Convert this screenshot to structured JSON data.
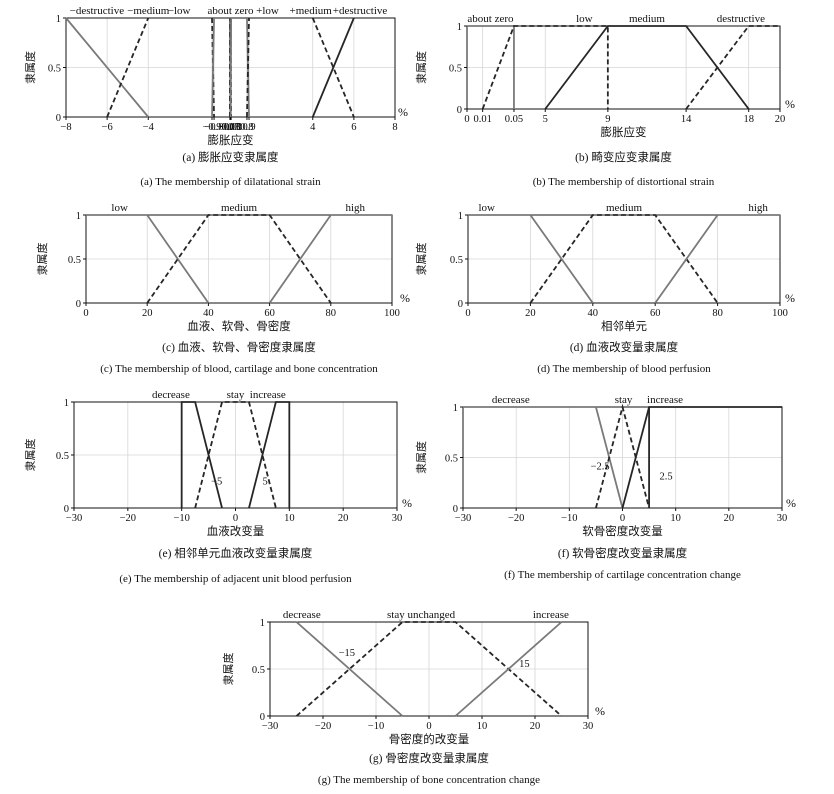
{
  "chart_data": [
    {
      "id": "a",
      "type": "line",
      "xlim": [
        -8,
        8
      ],
      "ylim": [
        0,
        1
      ],
      "xticks": [
        -8,
        -6,
        -4,
        -0.9,
        -0.8,
        -0.03,
        -0.01,
        0,
        0.01,
        0.03,
        0.8,
        0.9,
        4,
        6,
        8
      ],
      "xtick_labels": [
        "−8",
        "−6",
        "−4",
        "−0.9",
        "−0.8",
        "−0.03",
        "−0.01",
        "0",
        "0.01",
        "0.03",
        "0.8",
        "0.9",
        "4",
        "6",
        "8"
      ],
      "yticks": [
        0,
        0.5,
        1
      ],
      "ytick_labels": [
        "0",
        "0.5",
        "1"
      ],
      "ylabel": "隶属度",
      "xlabel": "膨胀应变",
      "unit": "%",
      "caption_cn": "(a) 膨胀应变隶属度",
      "caption_en": "(a) The membership of dilatational strain",
      "series": [
        {
          "x": [
            -8,
            -4
          ],
          "y": [
            1,
            0
          ],
          "style": "solid",
          "color": "gray"
        },
        {
          "x": [
            -6,
            -4
          ],
          "y": [
            0,
            1
          ],
          "style": "dashed",
          "color": "black"
        },
        {
          "x": [
            -0.9,
            -0.8
          ],
          "y": [
            1,
            0
          ],
          "style": "dashed",
          "color": "black"
        },
        {
          "x": [
            -0.9,
            -0.8
          ],
          "y": [
            0,
            1
          ],
          "style": "solid",
          "color": "gray"
        },
        {
          "x": [
            -0.03,
            -0.01
          ],
          "y": [
            1,
            0
          ],
          "style": "solid",
          "color": "gray"
        },
        {
          "x": [
            -0.03,
            -0.01
          ],
          "y": [
            0,
            1
          ],
          "style": "dashed",
          "color": "black"
        },
        {
          "x": [
            0.01,
            0.03
          ],
          "y": [
            1,
            0
          ],
          "style": "dashed",
          "color": "black"
        },
        {
          "x": [
            0.01,
            0.03
          ],
          "y": [
            0,
            1
          ],
          "style": "solid",
          "color": "gray"
        },
        {
          "x": [
            0.8,
            0.9
          ],
          "y": [
            1,
            0
          ],
          "style": "solid",
          "color": "gray"
        },
        {
          "x": [
            0.8,
            0.9
          ],
          "y": [
            0,
            1
          ],
          "style": "dashed",
          "color": "black"
        },
        {
          "x": [
            4,
            6
          ],
          "y": [
            1,
            0
          ],
          "style": "dashed",
          "color": "black"
        },
        {
          "x": [
            4,
            6
          ],
          "y": [
            0,
            1
          ],
          "style": "solid",
          "color": "black"
        }
      ],
      "top_labels": [
        {
          "text": "−destructive",
          "x": -6.5
        },
        {
          "text": "−medium",
          "x": -4
        },
        {
          "text": "−low",
          "x": -2.5
        },
        {
          "text": "about zero",
          "x": 0
        },
        {
          "text": "+low",
          "x": 1.8
        },
        {
          "text": "+medium",
          "x": 3.9
        },
        {
          "text": "+destructive",
          "x": 6.3
        }
      ],
      "annotations": []
    },
    {
      "id": "b",
      "type": "line",
      "xlim": [
        0,
        20
      ],
      "ylim": [
        0,
        1
      ],
      "xticks": [
        0,
        1,
        3,
        5,
        9,
        14,
        18,
        20
      ],
      "xtick_labels": [
        "0",
        "0.01",
        "0.05",
        "5",
        "9",
        "14",
        "18",
        "20"
      ],
      "yticks": [
        0,
        0.5,
        1
      ],
      "ytick_labels": [
        "0",
        "0.5",
        "1"
      ],
      "ylabel": "隶属度",
      "xlabel": "膨胀应变",
      "unit": "%",
      "caption_cn": "(b) 畸变应变隶属度",
      "caption_en": "(b) The membership of distortional strain",
      "series": [
        {
          "x": [
            0,
            3,
            3,
            3
          ],
          "y": [
            1,
            1,
            1,
            0
          ],
          "style": "solid",
          "color": "gray",
          "draw": [
            [
              0,
              1
            ],
            [
              3,
              1
            ],
            [
              3,
              1
            ],
            [
              3,
              0
            ]
          ]
        },
        {
          "x": [
            1,
            3,
            9,
            9
          ],
          "y": [
            0,
            1,
            1,
            0
          ],
          "style": "dashed",
          "color": "black"
        },
        {
          "x": [
            5,
            9,
            14,
            18
          ],
          "y": [
            0,
            1,
            1,
            0
          ],
          "style": "solid",
          "color": "black"
        },
        {
          "x": [
            14,
            18,
            20
          ],
          "y": [
            0,
            1,
            1
          ],
          "style": "dashed",
          "color": "black"
        }
      ],
      "top_labels": [
        {
          "text": "about zero",
          "x": 1.5
        },
        {
          "text": "low",
          "x": 7.5
        },
        {
          "text": "medium",
          "x": 11.5
        },
        {
          "text": "destructive",
          "x": 17.5
        }
      ],
      "annotations": []
    },
    {
      "id": "c",
      "type": "line",
      "xlim": [
        0,
        100
      ],
      "ylim": [
        0,
        1
      ],
      "xticks": [
        0,
        20,
        40,
        60,
        80,
        100
      ],
      "xtick_labels": [
        "0",
        "20",
        "40",
        "60",
        "80",
        "100"
      ],
      "yticks": [
        0,
        0.5,
        1
      ],
      "ytick_labels": [
        "0",
        "0.5",
        "1"
      ],
      "ylabel": "隶属度",
      "xlabel": "血液、软骨、骨密度",
      "unit": "%",
      "caption_cn": "(c) 血液、软骨、骨密度隶属度",
      "caption_en": "(c) The membership of blood, cartilage and bone concentration",
      "series": [
        {
          "x": [
            0,
            20,
            40
          ],
          "y": [
            1,
            1,
            0
          ],
          "style": "solid",
          "color": "gray"
        },
        {
          "x": [
            20,
            40,
            60,
            80
          ],
          "y": [
            0,
            1,
            1,
            0
          ],
          "style": "dashed",
          "color": "black"
        },
        {
          "x": [
            60,
            80,
            100
          ],
          "y": [
            0,
            1,
            1
          ],
          "style": "solid",
          "color": "gray"
        }
      ],
      "top_labels": [
        {
          "text": "low",
          "x": 11
        },
        {
          "text": "medium",
          "x": 50
        },
        {
          "text": "high",
          "x": 88
        }
      ],
      "annotations": []
    },
    {
      "id": "d",
      "type": "line",
      "xlim": [
        0,
        100
      ],
      "ylim": [
        0,
        1
      ],
      "xticks": [
        0,
        20,
        40,
        60,
        80,
        100
      ],
      "xtick_labels": [
        "0",
        "20",
        "40",
        "60",
        "80",
        "100"
      ],
      "yticks": [
        0,
        0.5,
        1
      ],
      "ytick_labels": [
        "0",
        "0.5",
        "1"
      ],
      "ylabel": "隶属度",
      "xlabel": "相邻单元",
      "unit": "%",
      "caption_cn": "(d) 血液改变量隶属度",
      "caption_en": "(d) The membership of blood perfusion",
      "series": [
        {
          "x": [
            0,
            20,
            40
          ],
          "y": [
            1,
            1,
            0
          ],
          "style": "solid",
          "color": "gray"
        },
        {
          "x": [
            20,
            40,
            60,
            80
          ],
          "y": [
            0,
            1,
            1,
            0
          ],
          "style": "dashed",
          "color": "black"
        },
        {
          "x": [
            60,
            80,
            100
          ],
          "y": [
            0,
            1,
            1
          ],
          "style": "solid",
          "color": "gray"
        }
      ],
      "top_labels": [
        {
          "text": "low",
          "x": 6
        },
        {
          "text": "medium",
          "x": 50
        },
        {
          "text": "high",
          "x": 93
        }
      ],
      "annotations": []
    },
    {
      "id": "e",
      "type": "line",
      "xlim": [
        -30,
        30
      ],
      "ylim": [
        0,
        1
      ],
      "xticks": [
        -30,
        -20,
        -10,
        0,
        10,
        20,
        30
      ],
      "xtick_labels": [
        "−30",
        "−20",
        "−10",
        "0",
        "10",
        "20",
        "30"
      ],
      "yticks": [
        0,
        0.5,
        1
      ],
      "ytick_labels": [
        "0",
        "0.5",
        "1"
      ],
      "ylabel": "隶属度",
      "xlabel": "血液改变量",
      "unit": "%",
      "caption_cn": "(e) 相邻单元血液改变量隶属度",
      "caption_en": "(e) The membership of adjacent unit blood perfusion",
      "series": [
        {
          "x": [
            -10,
            -10,
            -7.5,
            -2.5
          ],
          "y": [
            0,
            1,
            1,
            0
          ],
          "style": "solid",
          "color": "black"
        },
        {
          "x": [
            -7.5,
            -2.5,
            2.5,
            7.5
          ],
          "y": [
            0,
            1,
            1,
            0
          ],
          "style": "dashed",
          "color": "black"
        },
        {
          "x": [
            2.5,
            7.5,
            10,
            10
          ],
          "y": [
            0,
            1,
            1,
            0
          ],
          "style": "solid",
          "color": "black"
        }
      ],
      "top_labels": [
        {
          "text": "decrease",
          "x": -12
        },
        {
          "text": "stay",
          "x": 0
        },
        {
          "text": "increase",
          "x": 6
        }
      ],
      "annotations": [
        {
          "text": "−5",
          "x": -3.5,
          "y": 0.22
        },
        {
          "text": "5",
          "x": 5.5,
          "y": 0.22
        }
      ]
    },
    {
      "id": "f",
      "type": "line",
      "xlim": [
        -30,
        30
      ],
      "ylim": [
        0,
        1
      ],
      "xticks": [
        -30,
        -20,
        -10,
        0,
        10,
        20,
        30
      ],
      "xtick_labels": [
        "−30",
        "−20",
        "−10",
        "0",
        "10",
        "20",
        "30"
      ],
      "yticks": [
        0,
        0.5,
        1
      ],
      "ytick_labels": [
        "0",
        "0.5",
        "1"
      ],
      "ylabel": "隶属度",
      "xlabel": "软骨密度改变量",
      "unit": "%",
      "caption_cn": "(f) 软骨密度改变量隶属度",
      "caption_en": "(f) The membership of cartilage concentration change",
      "series": [
        {
          "x": [
            -30,
            -5,
            0
          ],
          "y": [
            1,
            1,
            0
          ],
          "style": "solid",
          "color": "gray"
        },
        {
          "x": [
            -5,
            0,
            5
          ],
          "y": [
            0,
            1,
            0
          ],
          "style": "dashed",
          "color": "black"
        },
        {
          "x": [
            0,
            5,
            30
          ],
          "y": [
            0,
            1,
            1
          ],
          "style": "solid",
          "color": "black"
        },
        {
          "x": [
            5,
            5
          ],
          "y": [
            0,
            1
          ],
          "style": "solid",
          "color": "black"
        }
      ],
      "top_labels": [
        {
          "text": "decrease",
          "x": -21
        },
        {
          "text": "stay",
          "x": 0.2
        },
        {
          "text": "increase",
          "x": 8
        }
      ],
      "annotations": [
        {
          "text": "−2.5",
          "x": -4.2,
          "y": 0.38
        },
        {
          "text": "2.5",
          "x": 8.2,
          "y": 0.28
        }
      ]
    },
    {
      "id": "g",
      "type": "line",
      "xlim": [
        -30,
        30
      ],
      "ylim": [
        0,
        1
      ],
      "xticks": [
        -30,
        -20,
        -10,
        0,
        10,
        20,
        30
      ],
      "xtick_labels": [
        "−30",
        "−20",
        "−10",
        "0",
        "10",
        "20",
        "30"
      ],
      "yticks": [
        0,
        0.5,
        1
      ],
      "ytick_labels": [
        "0",
        "0.5",
        "1"
      ],
      "ylabel": "隶属度",
      "xlabel": "骨密度的改变量",
      "unit": "%",
      "caption_cn": "(g) 骨密度改变量隶属度",
      "caption_en": "(g) The membership of bone concentration change",
      "series": [
        {
          "x": [
            -25,
            -5
          ],
          "y": [
            1,
            0
          ],
          "style": "solid",
          "color": "gray"
        },
        {
          "x": [
            -25,
            -5,
            5,
            25
          ],
          "y": [
            0,
            1,
            1,
            0
          ],
          "style": "dashed",
          "color": "black"
        },
        {
          "x": [
            5,
            25
          ],
          "y": [
            0,
            1
          ],
          "style": "solid",
          "color": "gray"
        }
      ],
      "top_labels": [
        {
          "text": "decrease",
          "x": -24
        },
        {
          "text": "stay unchanged",
          "x": -1.5
        },
        {
          "text": "increase",
          "x": 23
        }
      ],
      "annotations": [
        {
          "text": "−15",
          "x": -15.5,
          "y": 0.64
        },
        {
          "text": "15",
          "x": 18,
          "y": 0.52
        }
      ]
    }
  ]
}
